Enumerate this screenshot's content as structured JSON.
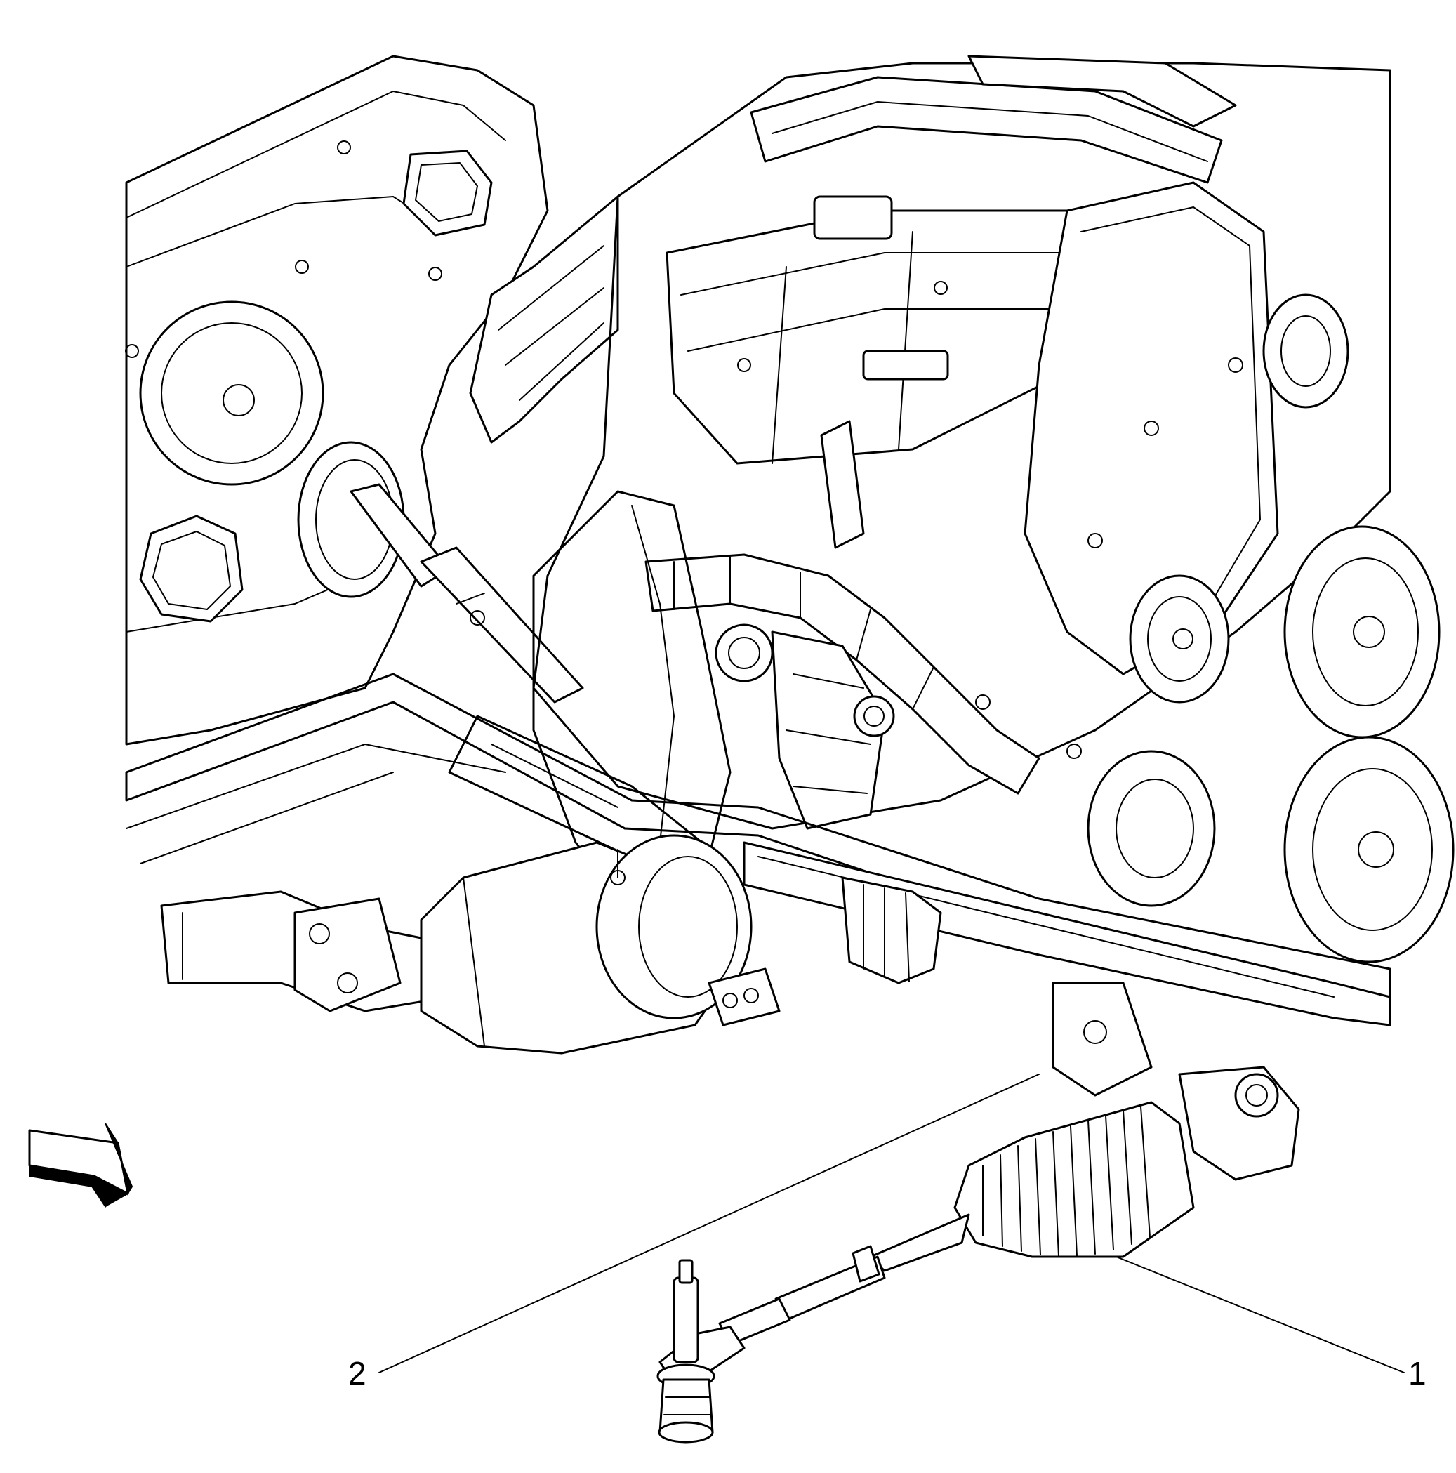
{
  "callouts": [
    {
      "id": "1",
      "label": "1"
    },
    {
      "id": "2",
      "label": "2"
    }
  ],
  "icons": {
    "view_arrow": "view-direction-arrow-icon"
  },
  "colors": {
    "line": "#000000",
    "background": "#ffffff"
  }
}
